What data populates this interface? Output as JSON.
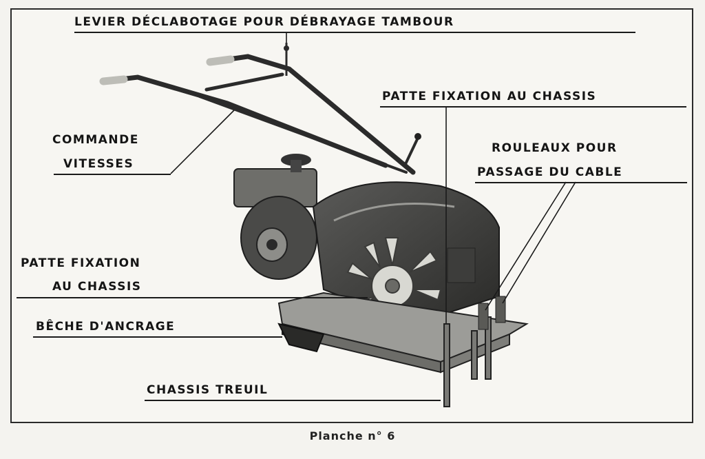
{
  "labels": {
    "levier": "LEVIER DÉCLABOTAGE POUR DÉBRAYAGE TAMBOUR",
    "patte_right": "PATTE FIXATION AU CHASSIS",
    "commande_line1": "COMMANDE",
    "commande_line2": "VITESSES",
    "rouleaux_line1": "ROULEAUX POUR",
    "rouleaux_line2": "PASSAGE DU CABLE",
    "patte_left_line1": "PATTE FIXATION",
    "patte_left_line2": "AU CHASSIS",
    "beche": "BÊCHE D'ANCRAGE",
    "chassis": "CHASSIS TREUIL"
  },
  "caption": "Planche n° 6",
  "colors": {
    "ink": "#1a1a1a",
    "paper": "#f4f3ef"
  }
}
